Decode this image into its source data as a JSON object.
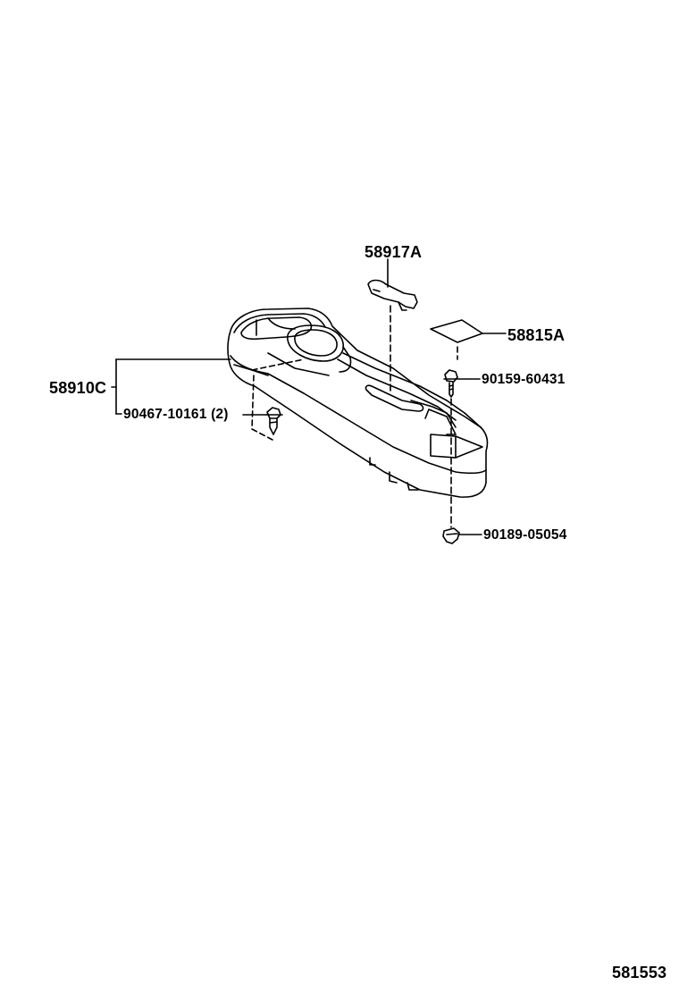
{
  "diagram": {
    "type": "exploded-parts-diagram",
    "subject": "Center console box assembly",
    "figure_number": "581553",
    "parts": [
      {
        "id": "58917A",
        "label": "58917A",
        "description": "Console cover/lid piece (top)"
      },
      {
        "id": "58815A",
        "label": "58815A",
        "description": "Pad / mat sheet"
      },
      {
        "id": "90159-60431",
        "label": "90159-60431",
        "description": "Screw"
      },
      {
        "id": "58910C",
        "label": "58910C",
        "description": "Console box assembly"
      },
      {
        "id": "90467-10161",
        "label": "90467-10161 (2)",
        "quantity": 2,
        "description": "Clip"
      },
      {
        "id": "90189-05054",
        "label": "90189-05054",
        "description": "Nut / clip"
      }
    ],
    "colors": {
      "line": "#000000",
      "background": "#ffffff"
    }
  }
}
